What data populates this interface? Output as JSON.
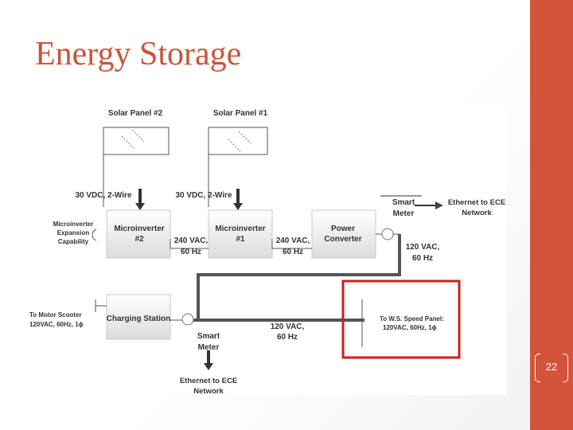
{
  "slide": {
    "title": "Energy Storage",
    "page_number": "22"
  },
  "diagram": {
    "solar_panel_2": "Solar Panel #2",
    "solar_panel_1": "Solar Panel #1",
    "dc_wire_left": "30 VDC, 2-Wire",
    "dc_wire_right": "30 VDC, 2-Wire",
    "expansion": [
      "Microinverter",
      "Expansion",
      "Capability"
    ],
    "microinverter_2": [
      "Microinverter",
      "#2"
    ],
    "microinverter_1": [
      "Microinverter",
      "#1"
    ],
    "ac_240_left": [
      "240 VAC,",
      "60 Hz"
    ],
    "ac_240_right": [
      "240 VAC,",
      "60 Hz"
    ],
    "power_converter": [
      "Power",
      "Converter"
    ],
    "smart_meter_top": [
      "Smart",
      "Meter"
    ],
    "ethernet_top": [
      "Ethernet to ECE",
      "Network"
    ],
    "ac_120_right": [
      "120 VAC,",
      "60 Hz"
    ],
    "motor_scooter": [
      "To Motor Scooter",
      "120VAC, 60Hz, 1ϕ"
    ],
    "charging_station": "Charging Station",
    "smart_meter_bottom": [
      "Smart",
      "Meter"
    ],
    "ethernet_bottom": [
      "Ethernet to ECE",
      "Network"
    ],
    "ac_120_bottom": [
      "120 VAC,",
      "60 Hz"
    ],
    "speed_panel": [
      "To W.S. Speed Panel:",
      "120VAC, 60Hz, 1ϕ"
    ]
  }
}
